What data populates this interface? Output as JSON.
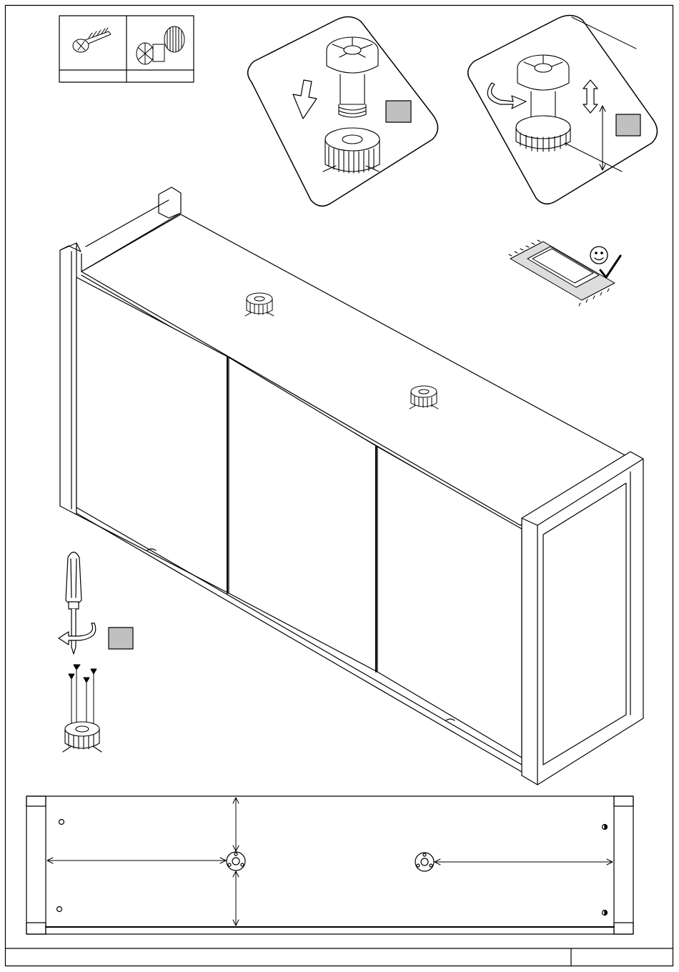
{
  "page": {
    "background": "#ffffff",
    "line_color": "#000000",
    "step_marker_fill": "#c0c0c0"
  },
  "parts_table": {
    "items": [
      {
        "icon": "screw-icon",
        "quantity": ""
      },
      {
        "icon": "adjustable-leg-icon",
        "quantity": ""
      }
    ]
  },
  "step_markers": [
    {
      "id": "leg-assembly-marker",
      "label": ""
    },
    {
      "id": "height-adjust-marker",
      "label": ""
    },
    {
      "id": "screw-fasten-marker",
      "label": ""
    }
  ],
  "icons": [
    "press-down-arrow-icon",
    "rotate-arrow-icon",
    "up-down-arrow-icon",
    "screwdriver-icon",
    "carpet-surface-icon",
    "smiley-check-icon"
  ],
  "footer": {
    "title": "",
    "page_number": ""
  }
}
